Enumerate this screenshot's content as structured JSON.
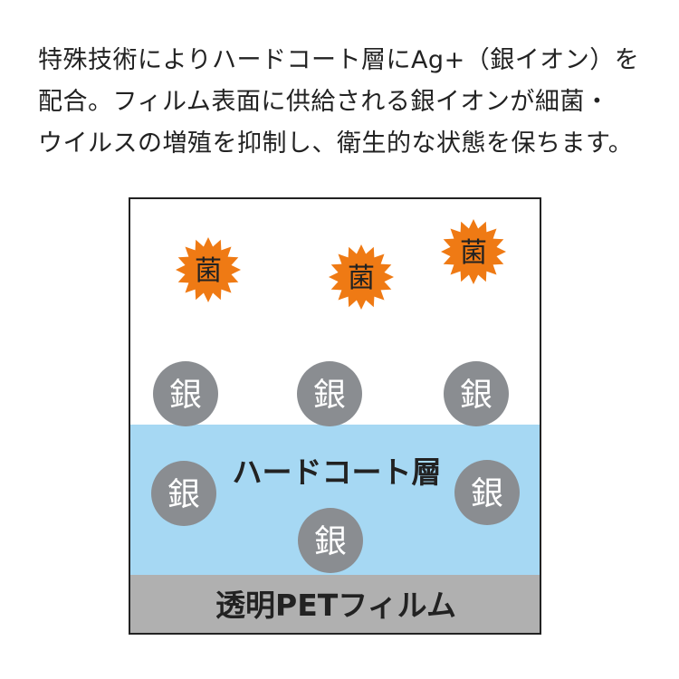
{
  "description": {
    "lines": [
      "特殊技術によりハードコート層にAg+（銀イオン）を",
      "配合。フィルム表面に供給される銀イオンが細菌・",
      "ウイルスの増殖を抑制し、衛生的な状態を保ちます。"
    ]
  },
  "diagram": {
    "bacteria_label": "菌",
    "silver_label": "銀",
    "hard_coat_label": "ハードコート層",
    "pet_film_label": "透明PETフィルム",
    "colors": {
      "bacteria_fill": "#ef7a14",
      "silver_fill": "#8a8d91",
      "hard_coat_fill": "#a6d8f3",
      "pet_film_fill": "#b0b0b0",
      "frame_stroke": "#222222",
      "label_text": "#222222",
      "badge_text": "#ffffff"
    }
  }
}
